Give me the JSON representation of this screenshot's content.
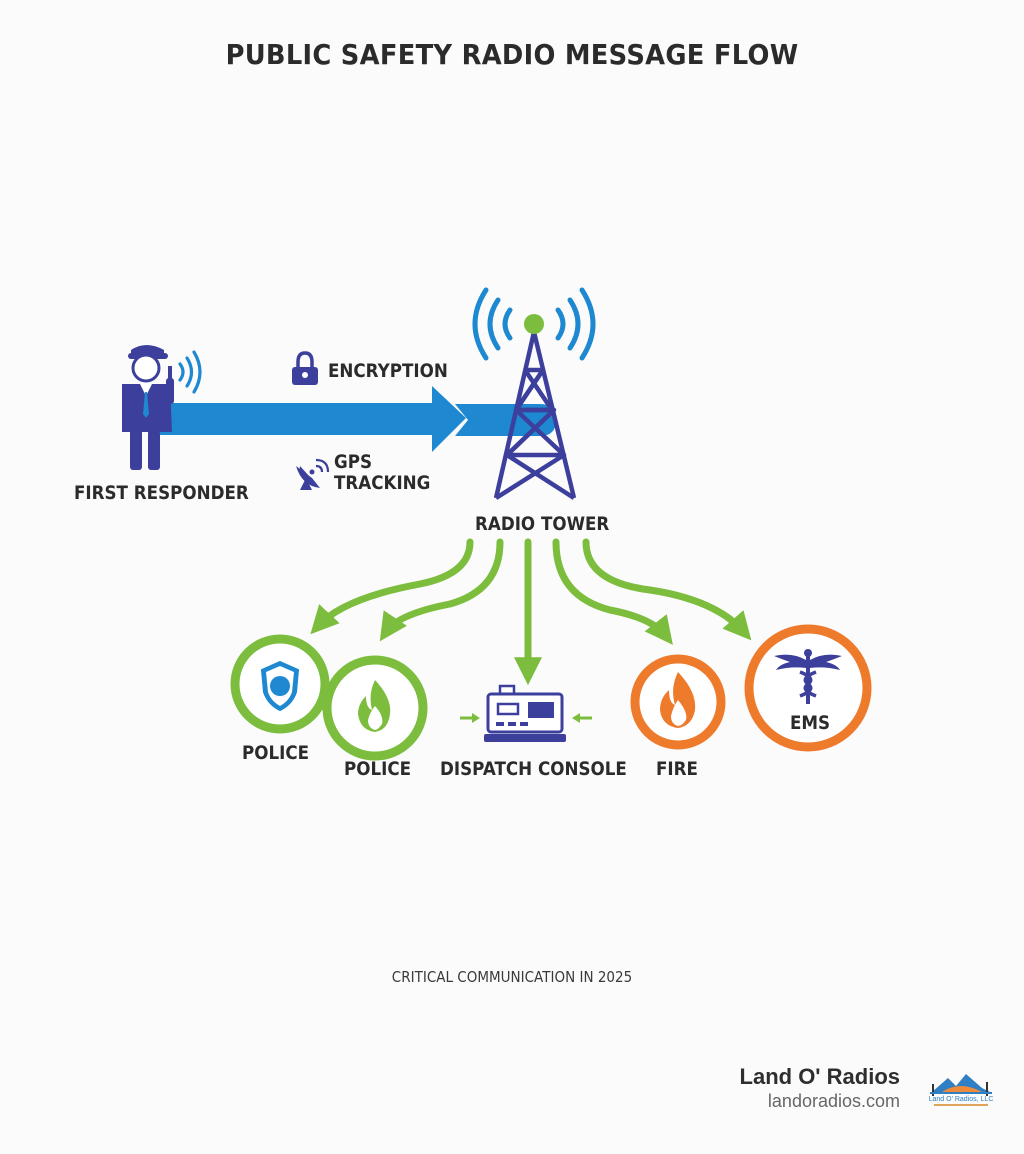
{
  "title": "PUBLIC SAFETY RADIO MESSAGE FLOW",
  "nodes": {
    "responder": "FIRST RESPONDER",
    "tower": "RADIO TOWER",
    "police_1": "POLICE",
    "police_2": "POLICE",
    "dispatch": "DISPATCH CONSOLE",
    "fire": "FIRE",
    "ems": "EMS"
  },
  "features": {
    "encryption": "ENCRYPTION",
    "gps_line1": "GPS",
    "gps_line2": "TRACKING"
  },
  "caption": "CRITICAL COMMUNICATION IN 2025",
  "brand": {
    "name": "Land O' Radios",
    "url": "landoradios.com",
    "logo_text": "Land O' Radios, LLC"
  },
  "colors": {
    "blue": "#1e88d0",
    "indigo": "#3d3f9c",
    "green": "#7cbd3e",
    "orange": "#ee7a2b"
  },
  "icons": [
    "person-icon",
    "radio-waves-icon",
    "lock-icon",
    "satellite-dish-icon",
    "tower-icon",
    "badge-icon",
    "flame-icon",
    "console-icon",
    "caduceus-icon",
    "logo-icon"
  ]
}
